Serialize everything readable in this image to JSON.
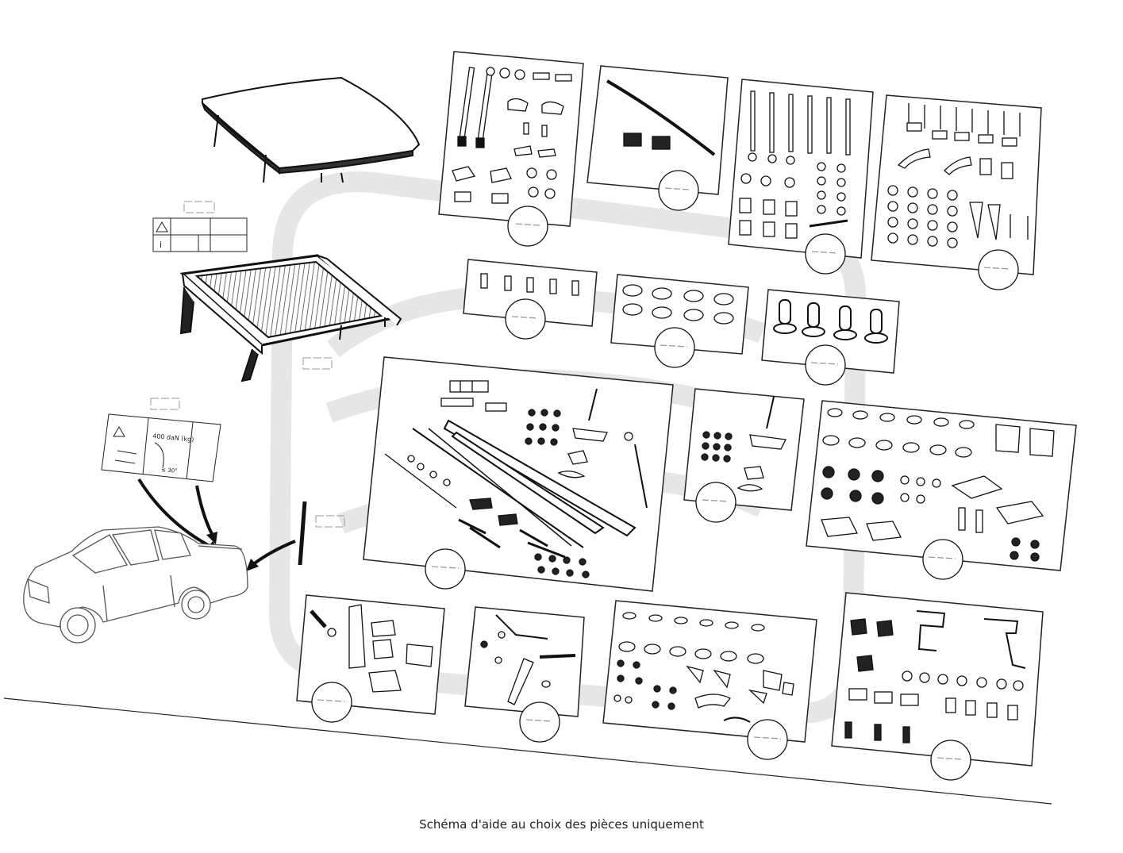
{
  "caption": "Schéma d'aide au choix des pièces uniquement",
  "sticker_small": {
    "label": ""
  },
  "sticker_large": {
    "load_label": "400 daN (kg)",
    "angle_label": "≤ 30°"
  },
  "icons": {
    "watermark": "watermark-logo",
    "warning": "warning-triangle-icon",
    "info": "info-icon"
  },
  "colors": {
    "line": "#111111",
    "watermark": "#e6e6e6"
  }
}
